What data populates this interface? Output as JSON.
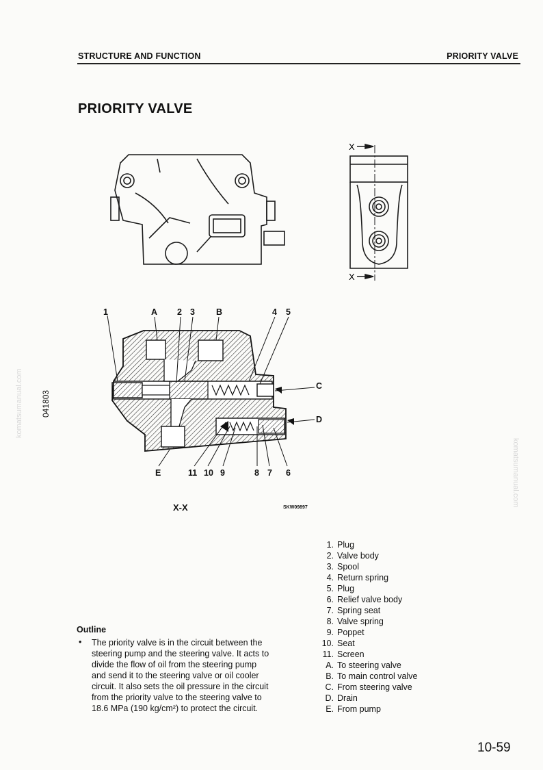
{
  "header": {
    "section": "STRUCTURE AND FUNCTION",
    "topic": "PRIORITY VALVE"
  },
  "page_title": "PRIORITY VALVE",
  "margin_code": "041803",
  "watermark": "komatsumanual.com",
  "figure": {
    "view_marker": "X",
    "section_label": "X-X",
    "code": "SKW09897",
    "callouts_top": [
      "1",
      "A",
      "2",
      "3",
      "B",
      "4",
      "5"
    ],
    "callouts_bottom": [
      "E",
      "11",
      "10",
      "9",
      "8",
      "7",
      "6"
    ],
    "callouts_right": [
      "C",
      "D"
    ]
  },
  "parts": [
    {
      "num": "1.",
      "name": "Plug"
    },
    {
      "num": "2.",
      "name": "Valve body"
    },
    {
      "num": "3.",
      "name": "Spool"
    },
    {
      "num": "4.",
      "name": "Return spring"
    },
    {
      "num": "5.",
      "name": "Plug"
    },
    {
      "num": "6.",
      "name": "Relief valve body"
    },
    {
      "num": "7.",
      "name": "Spring seat"
    },
    {
      "num": "8.",
      "name": "Valve spring"
    },
    {
      "num": "9.",
      "name": "Poppet"
    },
    {
      "num": "10.",
      "name": "Seat"
    },
    {
      "num": "11.",
      "name": "Screen"
    },
    {
      "num": "A.",
      "name": "To steering valve"
    },
    {
      "num": "B.",
      "name": "To main control valve"
    },
    {
      "num": "C.",
      "name": "From steering valve"
    },
    {
      "num": "D.",
      "name": "Drain"
    },
    {
      "num": "E.",
      "name": "From pump"
    }
  ],
  "outline": {
    "heading": "Outline",
    "bullet": "•",
    "lines": [
      "The priority valve is in the circuit between the",
      "steering pump and the steering valve. It acts to",
      "divide the flow of oil from the steering pump",
      "and send it to the steering valve or oil cooler",
      "circuit. It also sets the oil pressure in the circuit",
      "from the priority valve to the steering valve to",
      "18.6 MPa (190 kg/cm²) to protect the circuit."
    ]
  },
  "page_number": "10-59"
}
